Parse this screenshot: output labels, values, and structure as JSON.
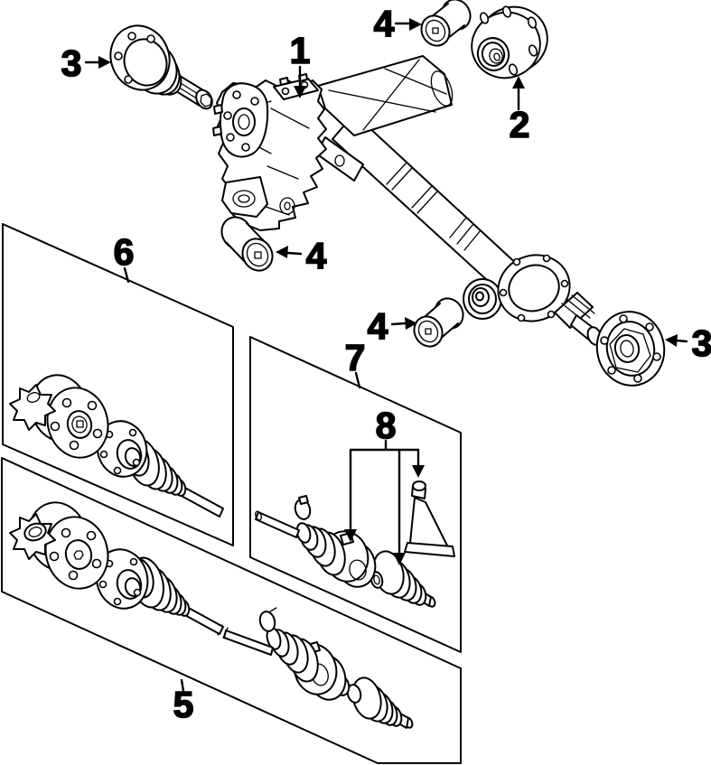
{
  "diagram": {
    "kind": "exploded-parts-line-diagram",
    "subject": "front axle differential, axle tube, stub axles, bushings and CV drive shaft kits",
    "background_color": "#ffffff",
    "line_color": "#000000"
  },
  "callouts": [
    {
      "label": "1",
      "target_part": "differential-carrier-assembly"
    },
    {
      "label": "2",
      "target_part": "companion-flange"
    },
    {
      "label": "3",
      "target_part": "output-flange-shaft-left"
    },
    {
      "label": "3",
      "target_part": "stub-axle-shaft-right"
    },
    {
      "label": "4",
      "target_part": "mounting-bushing-upper"
    },
    {
      "label": "4",
      "target_part": "mounting-bushing-middle"
    },
    {
      "label": "4",
      "target_part": "mounting-bushing-lower"
    },
    {
      "label": "5",
      "target_part": "axle-shaft-assembly"
    },
    {
      "label": "6",
      "target_part": "inner-cv-joint-kit"
    },
    {
      "label": "7",
      "target_part": "outer-cv-shaft-kit"
    },
    {
      "label": "8",
      "target_part": "cv-boot-kit-with-grease"
    }
  ]
}
